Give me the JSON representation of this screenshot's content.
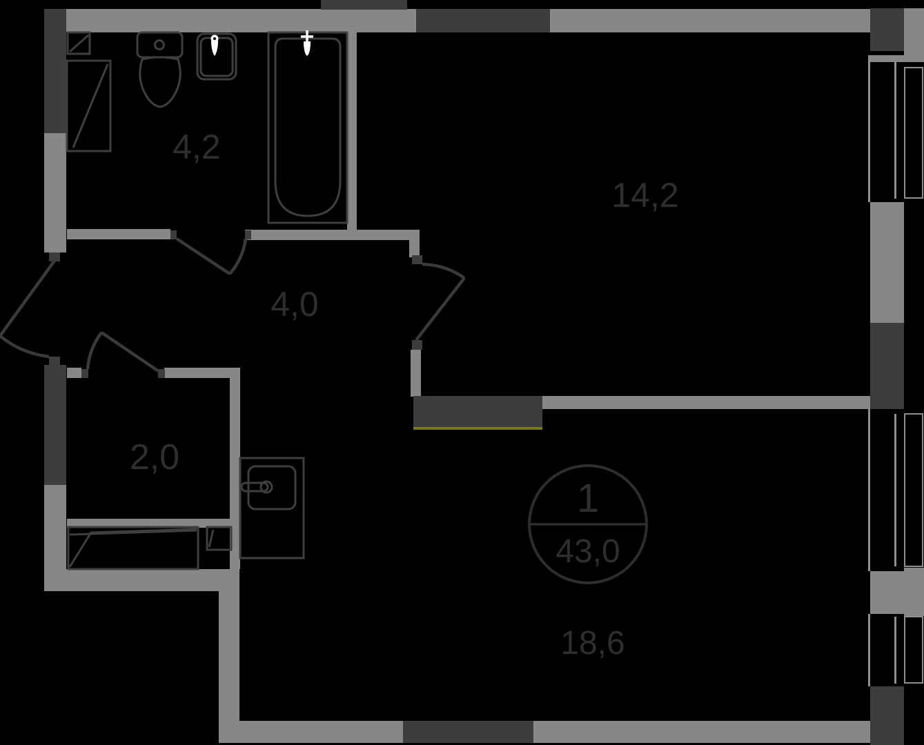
{
  "plan": {
    "unit_badge": {
      "number": "1",
      "total_area": "43,0"
    },
    "rooms": [
      {
        "id": "bathroom",
        "area": "4,2"
      },
      {
        "id": "bedroom",
        "area": "14,2"
      },
      {
        "id": "hallway",
        "area": "4,0"
      },
      {
        "id": "wardrobe",
        "area": "2,0"
      },
      {
        "id": "living-kitchen",
        "area": "18,6"
      }
    ],
    "colors": {
      "background": "#000000",
      "wall": "#878787",
      "wall_dark": "#3d3d3d",
      "drawing_line": "#3f3f3f",
      "window_line": "#8f8f8f",
      "label": "#2e2e2e",
      "pipe_accent": "#77771f",
      "fixture_white": "#ffffff"
    },
    "icons": {
      "bath_faucet": "cross-with-drop",
      "sink_faucet": "drop",
      "kitchen_faucet": "lever-with-knob"
    }
  }
}
